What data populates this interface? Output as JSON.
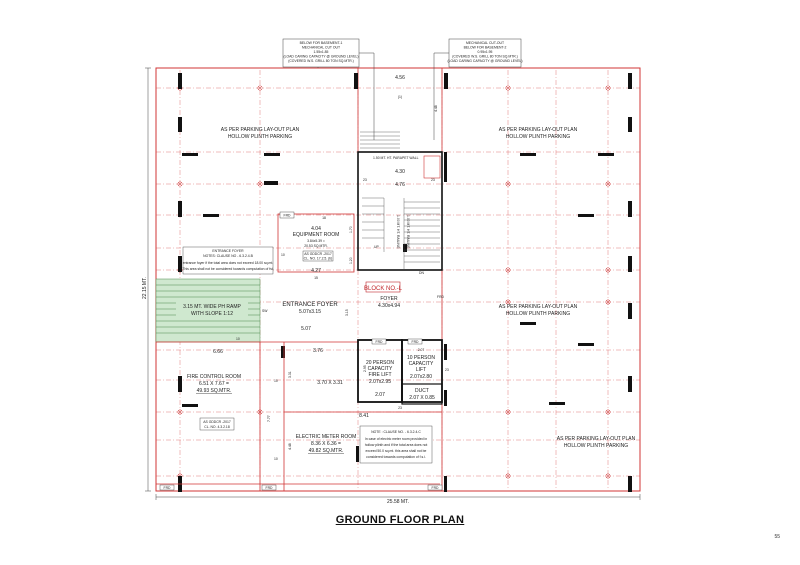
{
  "drawing": {
    "title": "GROUND FLOOR PLAN",
    "page_number": "55",
    "overall_width": "25.58 MT.",
    "overall_height": "22.15 MT.",
    "block_label": "BLOCK NO.-L"
  },
  "duct_notes": {
    "left": [
      "BELOW FOR BASEMENT-1",
      "MECHANICAL CUT OUT",
      "1.55x1.85",
      "(LOAD CARING CAPACITY @ GROUND LEVEL)",
      "(COVERED W.S. GRILL 80 TON SQ.MTR.)"
    ],
    "right": [
      "MECHANICAL CUT-OUT",
      "BELOW FOR BASEMENT-2",
      "0.95x1.95",
      "(COVERED W.S. GRILL 80 TON SQ.MTR.)",
      "(LOAD CARING CAPACITY @ GROUND LEVEL)"
    ]
  },
  "parking": {
    "top_left": [
      "AS PER PARKING LAY-OUT PLAN",
      "HOLLOW PLINTH PARKING"
    ],
    "top_right": [
      "AS PER PARKING LAY-OUT PLAN",
      "HOLLOW PLINTH PARKING"
    ],
    "mid_right": [
      "AS PER PARKING LAY-OUT PLAN",
      "HOLLOW PLINTH PARKING"
    ],
    "bottom_right": [
      "AS PER PARKING LAY-OUT PLAN",
      "HOLLOW PLINTH PARKING"
    ]
  },
  "rooms": {
    "equipment": {
      "name": "EQUIPMENT ROOM",
      "dims": "3.84x5.39 =",
      "area": "20.53 SQ.MTR."
    },
    "entrance_foyer": {
      "name": "ENTRANCE FOYER",
      "dims": "5.07x3.15"
    },
    "foyer": {
      "name": "FOYER",
      "dims": "4.30x4.94"
    },
    "fire_control": {
      "name": "FIRE CONTROL ROOM",
      "dims": "6.51 X 7.67 =",
      "area": "49.93 SQ.MTR."
    },
    "center": {
      "dims": "3.70 X 3.31"
    },
    "fire_lift": {
      "lines": [
        "20 PERSON",
        "CAPACITY",
        "FIRE LIFT"
      ],
      "dims": "2.07x2.95"
    },
    "lift": {
      "lines": [
        "10 PERSON",
        "CAPACITY",
        "LIFT"
      ],
      "dims": "2.07x2.80"
    },
    "duct": {
      "name": "DUCT",
      "dims": "2.07 X 0.85"
    },
    "electric_meter": {
      "name": "ELECTRIC METER ROOM",
      "dims": "8.36 X 6.36 =",
      "area": "49.82 SQ.MTR."
    }
  },
  "notes": {
    "entrance_foyer": [
      "ENTRANCE FOYER",
      "NOTES: CLAUSE NO - 6.3.2.4.B",
      "entrance foyer if the total area does not exceed 18.00 sq.mt.",
      "This area shall not be considered towards computation of fsi."
    ],
    "gdcr_1": [
      "AS GDDCR -2017",
      "CL. NO. 17.2.5. (b)"
    ],
    "gdcr_2": [
      "AS GDDCR -2017",
      "CL. NO. 4.3.2.18"
    ],
    "electric": [
      "NOTE : CLAUSE NO. - 6.3.2.4.C",
      "In case of electric meter room provided in",
      "hollow plinth and if the total area does not",
      "exceed 50.0 sq.mt. this area shall not be",
      "considered towards computation of f.s.i."
    ]
  },
  "ramp": {
    "label": "3.15 MT. WIDE PH RAMP",
    "slope": "WITH SLOPE 1:12"
  },
  "stair": {
    "parapet": "1.50 MT. HT. PARAPET WALL",
    "railing_1": "1.00 MT. HT. RAILING",
    "railing_2": "1.00 MT. HT. RAILING",
    "up": "UP",
    "dn": "DN"
  },
  "dims": {
    "d456": "4.56",
    "d1": "(1)",
    "d448": "4.48",
    "d430": "4.30",
    "d476": "4.76",
    "d404": "4.04",
    "d427": "4.27",
    "d507": "5.07",
    "d315": "3.15",
    "d666": "6.66",
    "d376": "3.76",
    "d331": "3.31",
    "d207a": "2.07",
    "d207b": "2.07",
    "d841": "8.41",
    "d777": "7.77",
    "d448b": "4.48",
    "d295": "2.95",
    "d170": "1.70",
    "d120": "1.20",
    "d10": "10",
    "d18": "18",
    "d23": "23",
    "d15": "15",
    "d_10a": "10",
    "d_10b": "10",
    "d_10c": "10",
    "d23b": "23",
    "d23c": "23",
    "d23d": "23"
  },
  "tags": {
    "frd": "FRD",
    "sw": "SW",
    "frd2": "FRD",
    "frd3": "FRD",
    "frd4": "FRD",
    "frd5": "FRD",
    "frd6": "FRD",
    "frd7": "FRD"
  }
}
